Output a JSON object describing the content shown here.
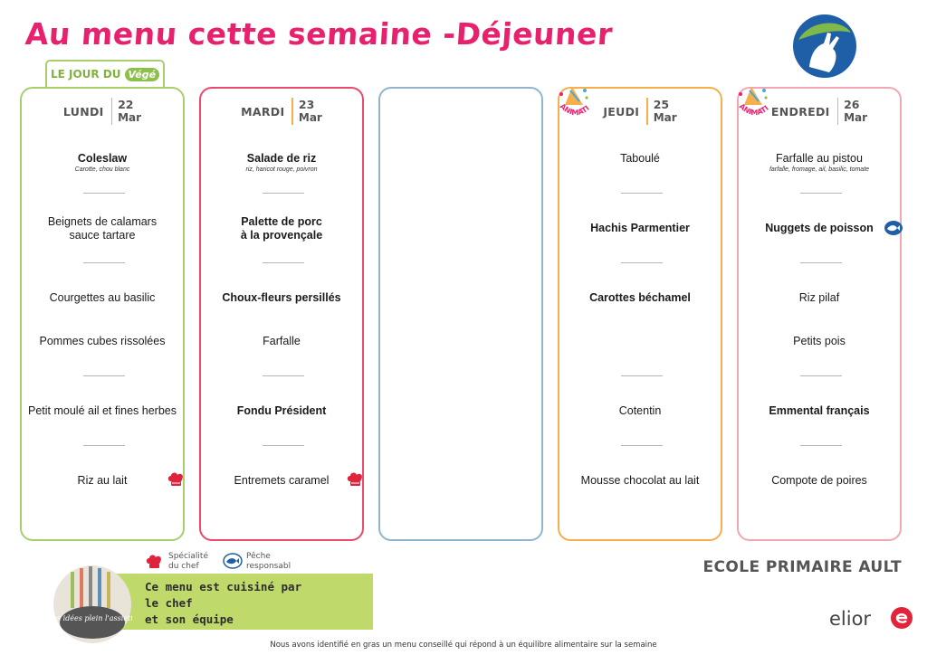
{
  "header": {
    "title": "Au menu cette semaine -Déjeuner",
    "veg_badge_text": "LE JOUR DU",
    "veg_badge_word": "Végé"
  },
  "days": [
    {
      "name": "LUNDI",
      "date_num": "22",
      "date_month": "Mar",
      "dishes": [
        {
          "label": "Coleslaw",
          "sub": "Carotte, chou blanc"
        },
        {
          "label": "Beignets de calamars\nsauce tartare"
        },
        {
          "label": "Courgettes au basilic"
        },
        {
          "label": "Pommes cubes rissolées"
        },
        {
          "label": "Petit moulé ail et fines herbes"
        },
        {
          "label": "Riz au lait"
        }
      ]
    },
    {
      "name": "MARDI",
      "date_num": "23",
      "date_month": "Mar",
      "dishes": [
        {
          "label": "Salade de riz",
          "sub": "riz, haricot rouge, poivron"
        },
        {
          "label": "Palette de porc\nà la provençale"
        },
        {
          "label": "Choux-fleurs persillés"
        },
        {
          "label": "Farfalle"
        },
        {
          "label": "Fondu Président"
        },
        {
          "label": "Entremets caramel"
        }
      ]
    },
    {
      "name": "JEUDI",
      "date_num": "25",
      "date_month": "Mar",
      "dishes": [
        {
          "label": "Taboulé"
        },
        {
          "label": "Hachis Parmentier"
        },
        {
          "label": "Carottes béchamel"
        },
        {
          "label": "Cotentin"
        },
        {
          "label": "Mousse chocolat au lait"
        }
      ]
    },
    {
      "name": "ENDREDI",
      "date_num": "26",
      "date_month": "Mar",
      "dishes": [
        {
          "label": "Farfalle au pistou",
          "sub": "farfalle, fromage, ail, basilic, tomate"
        },
        {
          "label": "Nuggets de poisson"
        },
        {
          "label": "Riz pilaf"
        },
        {
          "label": "Petits pois"
        },
        {
          "label": "Emmental français"
        },
        {
          "label": "Compote de poires"
        }
      ]
    }
  ],
  "legend": {
    "chef_label": "Spécialité\ndu chef",
    "fish_label": "Pêche\nresponsabl"
  },
  "green_box_text": "Ce menu est cuisiné par\nle chef\net son équipe",
  "circle_logo_text": "Des idées plein l'assiette",
  "party_text": "ANIMATION",
  "school_name": "ECOLE PRIMAIRE  AULT",
  "brand": "elior",
  "footer": "Nous avons identifié en gras un menu conseillé qui répond à un équilibre alimentaire sur la semaine",
  "colors": {
    "title": "#e8216f",
    "monday": "#a7cf6e",
    "tuesday": "#e94b6a",
    "wednesday": "#8fb6cc",
    "thursday": "#f5b04d",
    "friday": "#f2a8b4",
    "green_box": "#c0d96b"
  }
}
